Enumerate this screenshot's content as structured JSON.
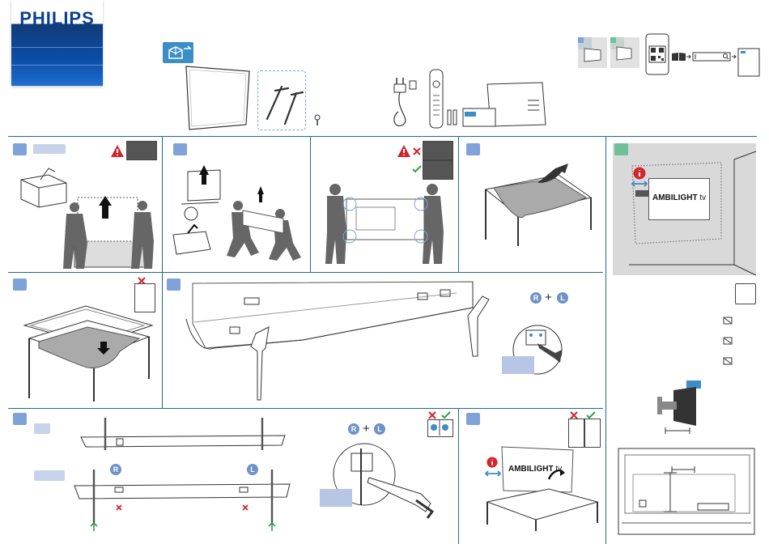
{
  "brand": {
    "logo_text": "PHILIPS"
  },
  "panels": {
    "wall_mount": {
      "tv_label_main": "AMBILIGHT",
      "tv_label_suffix": "tv"
    },
    "table_place": {
      "tv_label_main": "AMBILIGHT",
      "tv_label_suffix": "tv"
    }
  },
  "screw_hint": {
    "right": "R",
    "plus": "+",
    "left": "L"
  },
  "screw_hint_2": {
    "right": "R",
    "plus": "+",
    "left": "L"
  },
  "stand_labels": {
    "right": "R",
    "left": "L"
  },
  "colors": {
    "brand_blue": "#0b3f94",
    "step_badge": "#7fa3d8",
    "accent_teal": "#6fbf98",
    "warning_red": "#d0262d",
    "ok_green": "#2f9e44",
    "rule_line": "#1f6a8a"
  },
  "icons": [
    "box-icon",
    "warning-icon",
    "info-icon",
    "cross-icon",
    "check-icon",
    "arrow-up-icon",
    "qr-code-icon",
    "manual-icon",
    "search-icon"
  ]
}
